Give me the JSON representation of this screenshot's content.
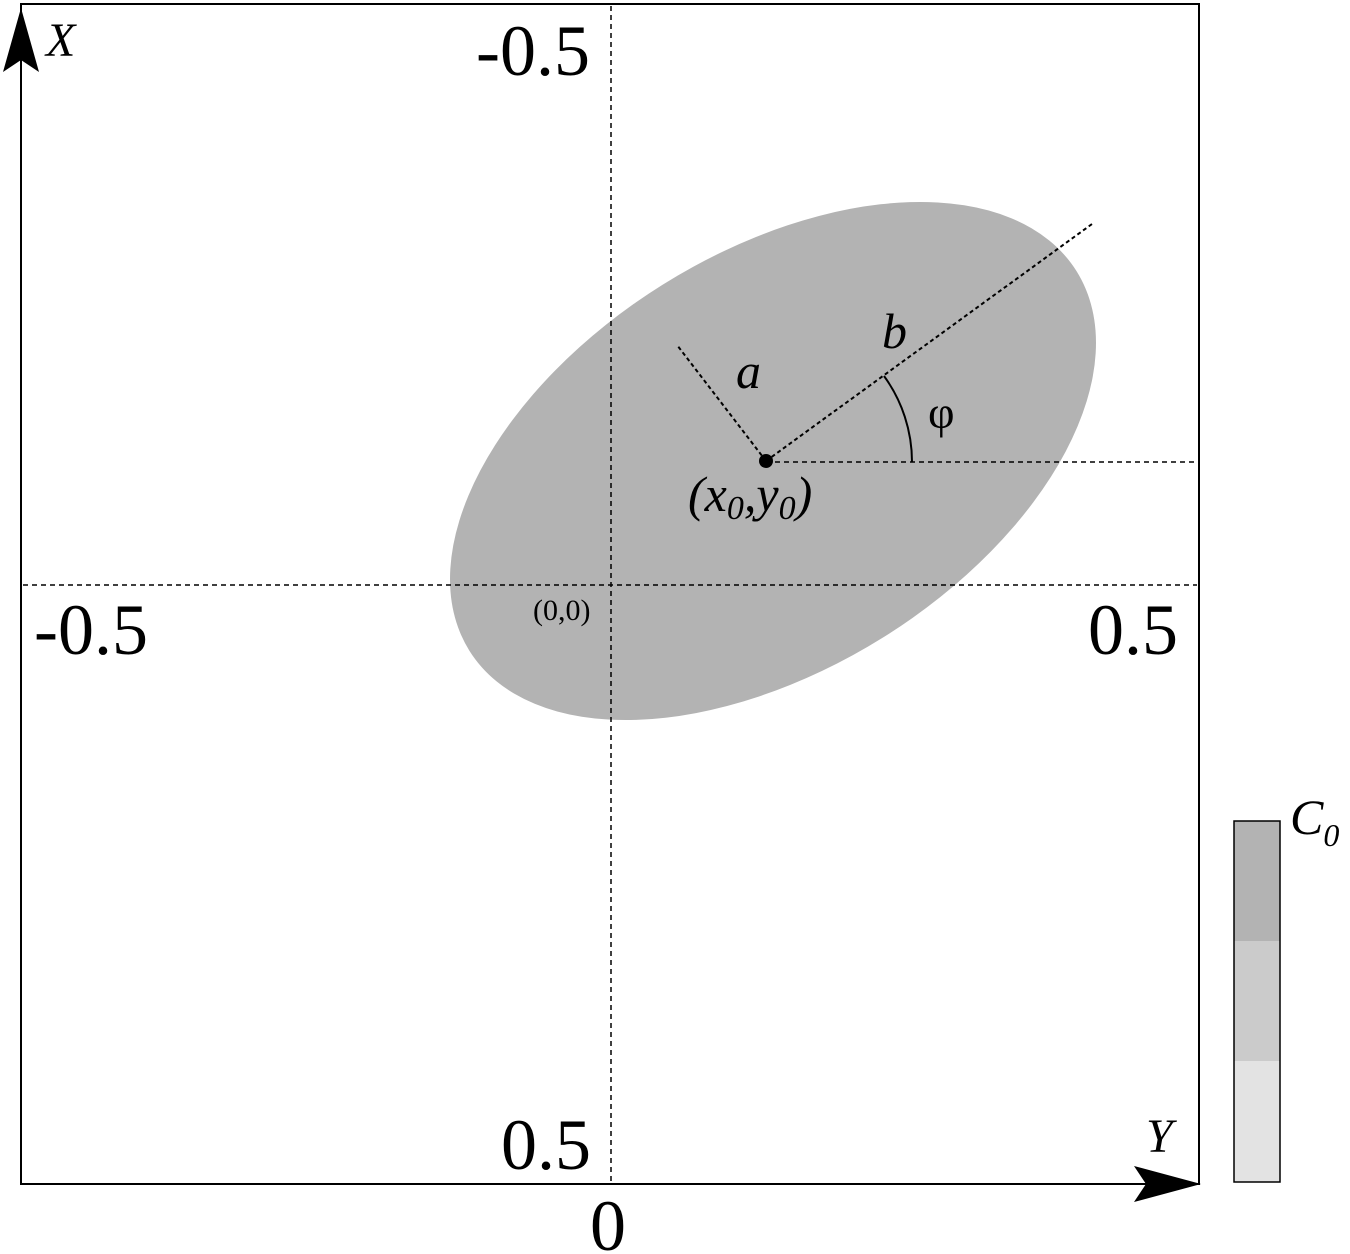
{
  "axes": {
    "x_axis_label": "X",
    "y_axis_label": "Y",
    "top_tick": "-0.5",
    "bottom_tick": "0.5",
    "left_tick": "-0.5",
    "right_tick": "0.5",
    "bottom_zero": "0",
    "origin_label": "(0,0)"
  },
  "ellipse": {
    "minor_axis_label": "a",
    "major_axis_label": "b",
    "angle_label": "φ",
    "center_label": {
      "open": "(",
      "x": "x",
      "x_sub": "0",
      "comma": ",",
      "y": "y",
      "y_sub": "0",
      "close": ")"
    },
    "fill_color": "#b3b3b3"
  },
  "legend": {
    "label": "C",
    "label_sub": "0",
    "swatches": [
      "#b3b3b3",
      "#cbcbcb",
      "#e3e3e3"
    ]
  }
}
